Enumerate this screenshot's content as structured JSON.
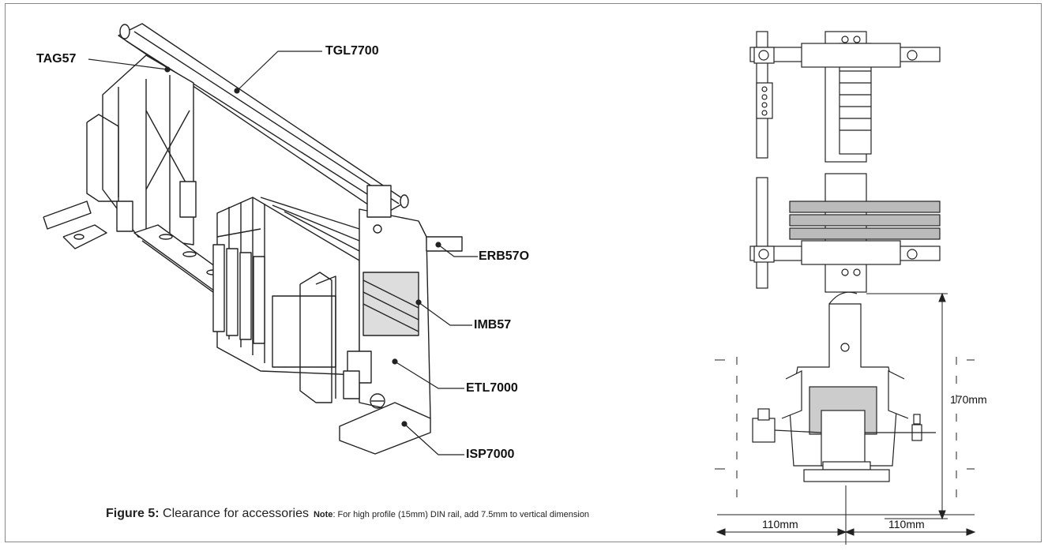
{
  "labels": {
    "tag57": "TAG57",
    "tgl7700": "TGL7700",
    "erb57o": "ERB57O",
    "imb57": "IMB57",
    "etl7000": "ETL7000",
    "isp7000": "ISP7000"
  },
  "dimensions": {
    "height": "170mm",
    "left_width": "110mm",
    "right_width": "110mm"
  },
  "caption": {
    "figure": "Figure 5:",
    "title": " Clearance for accessories",
    "note_label": "Note",
    "note_text": ": For high profile (15mm) DIN rail, add 7.5mm to vertical dimension"
  }
}
